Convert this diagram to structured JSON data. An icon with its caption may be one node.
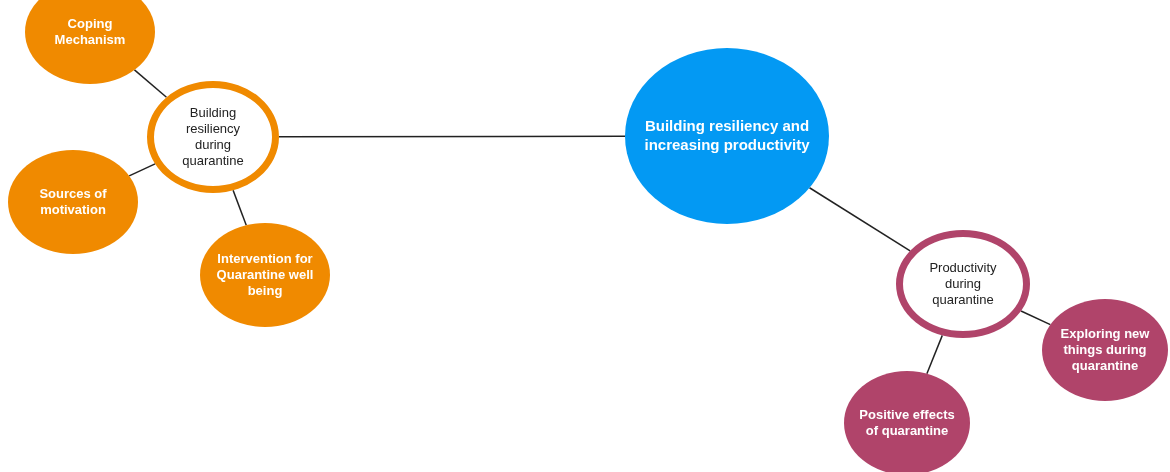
{
  "diagram": {
    "nodes": [
      {
        "text": [
          "Building resiliency and increasing productivity"
        ]
      },
      {
        "text": [
          "Building resiliency during quarantine"
        ]
      },
      {
        "text": [
          "Coping Mechanism"
        ]
      },
      {
        "text": [
          "Sources of motivation"
        ]
      },
      {
        "text": [
          "Intervention for Quarantine well being"
        ]
      },
      {
        "text": [
          "Productivity during quarantine"
        ]
      },
      {
        "text": [
          "Exploring new things during quarantine"
        ]
      },
      {
        "text": [
          "Positive effects of quarantine"
        ]
      }
    ],
    "edges": [
      {
        "from": 1,
        "to": 0,
        "arrow": "none"
      },
      {
        "from": 1,
        "to": 2,
        "arrow": "none"
      },
      {
        "from": 1,
        "to": 3,
        "arrow": "none"
      },
      {
        "from": 1,
        "to": 4,
        "arrow": "none"
      },
      {
        "from": 0,
        "to": 5,
        "arrow": "none"
      },
      {
        "from": 5,
        "to": 6,
        "arrow": "none"
      },
      {
        "from": 5,
        "to": 7,
        "arrow": "none"
      }
    ]
  }
}
